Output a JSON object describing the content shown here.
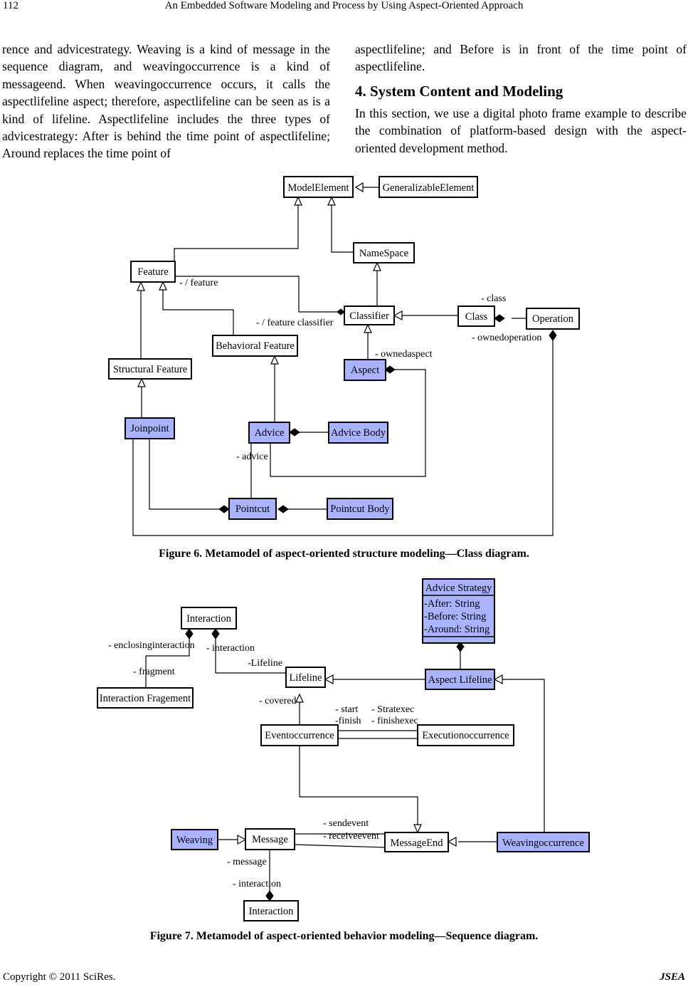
{
  "header": {
    "page_number": "112",
    "running_title": "An Embedded Software Modeling and Process by Using Aspect-Oriented Approach"
  },
  "left_column": {
    "paragraph": "rence and advicestrategy. Weaving is a kind of message in the sequence diagram, and weavingoccurrence is a kind of messageend. When weavingoccurrence occurs, it calls the aspectlifeline aspect; therefore, aspectlifeline can be seen as is a kind of lifeline. Aspectlifeline includes the three types of advicestrategy: After is behind the time point of aspectlifeline; Around replaces the time point of"
  },
  "right_column": {
    "paragraph1": "aspectlifeline; and Before is in front of the time point of aspectlifeline.",
    "heading": "4. System Content and Modeling",
    "paragraph2": "In this section, we use a digital photo frame example to describe the combination of platform-based design with the aspect-oriented development method."
  },
  "figure6": {
    "caption": "Figure 6. Metamodel of aspect-oriented structure modeling—Class diagram.",
    "classes": {
      "model_element": "ModelElement",
      "generalizable_element": "GeneralizableElement",
      "namespace": "NameSpace",
      "feature": "Feature",
      "classifier": "Classifier",
      "class": "Class",
      "operation": "Operation",
      "behavioral_feature": "Behavioral Feature",
      "aspect": "Aspect",
      "structural_feature": "Structural Feature",
      "joinpoint": "Joinpoint",
      "advice": "Advice",
      "advice_body": "Advice Body",
      "pointcut": "Pointcut",
      "pointcut_body": "Pointcut Body"
    },
    "roles": {
      "feature": "- / feature",
      "feature_classifier": "- / feature classifier",
      "class": "- class",
      "ownedoperation": "- ownedoperation",
      "ownedaspect": "- ownedaspect",
      "advice": "- advice"
    }
  },
  "figure7": {
    "caption": "Figure 7. Metamodel of aspect-oriented behavior modeling—Sequence diagram.",
    "classes": {
      "advice_strategy": "Advice Strategy",
      "interaction_top": "Interaction",
      "interaction_fragment": "Interaction Fragement",
      "lifeline": "Lifeline",
      "aspect_lifeline": "Aspect Lifeline",
      "eventoccurrence": "Eventoccurrence",
      "executionoccurrence": "Executionoccurrence",
      "weaving": "Weaving",
      "message": "Message",
      "message_end": "MessageEnd",
      "weavingoccurrence": "Weavingoccurrence",
      "interaction_bottom": "Interaction"
    },
    "attributes": [
      "-After: String",
      "-Before: String",
      "-Around: String"
    ],
    "roles": {
      "enclosinginteraction": "- enclosinginteraction",
      "interaction1": "- interaction",
      "fragment": "- fragment",
      "lifeline": "-Lifeline",
      "covered": "- covered",
      "start": "- start",
      "stratexec": "- Stratexec",
      "finish": "-finish",
      "finishexec": "- finishexec",
      "sendevent": "- sendevent",
      "receiveevent": "- receiveevent",
      "message": "- message",
      "interaction2": "- interaction"
    }
  },
  "footer": {
    "copyright": "Copyright © 2011 SciRes.",
    "journal": "JSEA"
  }
}
